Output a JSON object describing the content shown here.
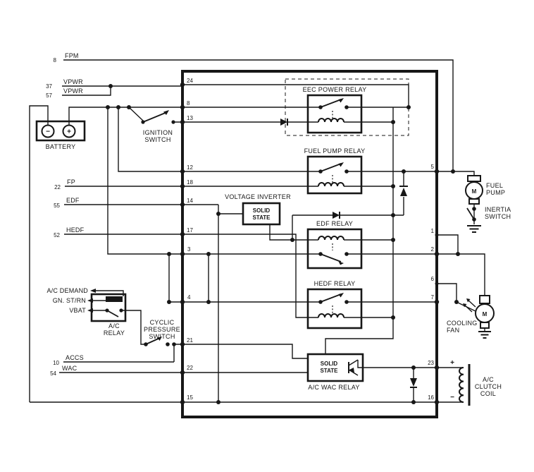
{
  "ext": {
    "fpm": {
      "pin": "8",
      "name": "FPM"
    },
    "vpwr37": {
      "pin": "37",
      "name": "VPWR"
    },
    "vpwr57": {
      "pin": "57",
      "name": "VPWR"
    },
    "fp": {
      "pin": "22",
      "name": "FP"
    },
    "edf": {
      "pin": "55",
      "name": "EDF"
    },
    "hedf": {
      "pin": "52",
      "name": "HEDF"
    },
    "accs": {
      "pin": "10",
      "name": "ACCS"
    },
    "wac": {
      "pin": "54",
      "name": "WAC"
    }
  },
  "battery": {
    "label": "BATTERY",
    "minus": "−",
    "plus": "+"
  },
  "ignition": {
    "line1": "IGNITION",
    "line2": "SWITCH"
  },
  "relays": {
    "eec_power": "EEC POWER RELAY",
    "fuel_pump": "FUEL PUMP RELAY",
    "edf": "EDF RELAY",
    "hedf": "HEDF RELAY",
    "ac_wac": "A/C WAC RELAY"
  },
  "inverter": {
    "title": "VOLTAGE INVERTER",
    "line1": "SOLID",
    "line2": "STATE"
  },
  "wac_box": {
    "line1": "SOLID",
    "line2": "STATE"
  },
  "ac": {
    "demand": "A/C DEMAND",
    "gn_strn": "GN. ST/RN",
    "vbat": "VBAT",
    "relay1": "A/C",
    "relay2": "RELAY",
    "cyc1": "CYCLIC",
    "cyc2": "PRESSURE",
    "cyc3": "SWITCH"
  },
  "pins": {
    "left": [
      "24",
      "8",
      "13",
      "12",
      "18",
      "14",
      "17",
      "3",
      "4",
      "21",
      "22",
      "15"
    ],
    "right": [
      "5",
      "1",
      "2",
      "6",
      "7",
      "23",
      "16"
    ]
  },
  "right": {
    "fuel1": "FUEL",
    "fuel2": "PUMP",
    "inertia1": "INERTIA",
    "inertia2": "SWITCH",
    "fan1": "COOLING",
    "fan2": "FAN",
    "clutch1": "A/C",
    "clutch2": "CLUTCH",
    "clutch3": "COIL",
    "motor": "M",
    "plus": "+",
    "minus": "−"
  }
}
